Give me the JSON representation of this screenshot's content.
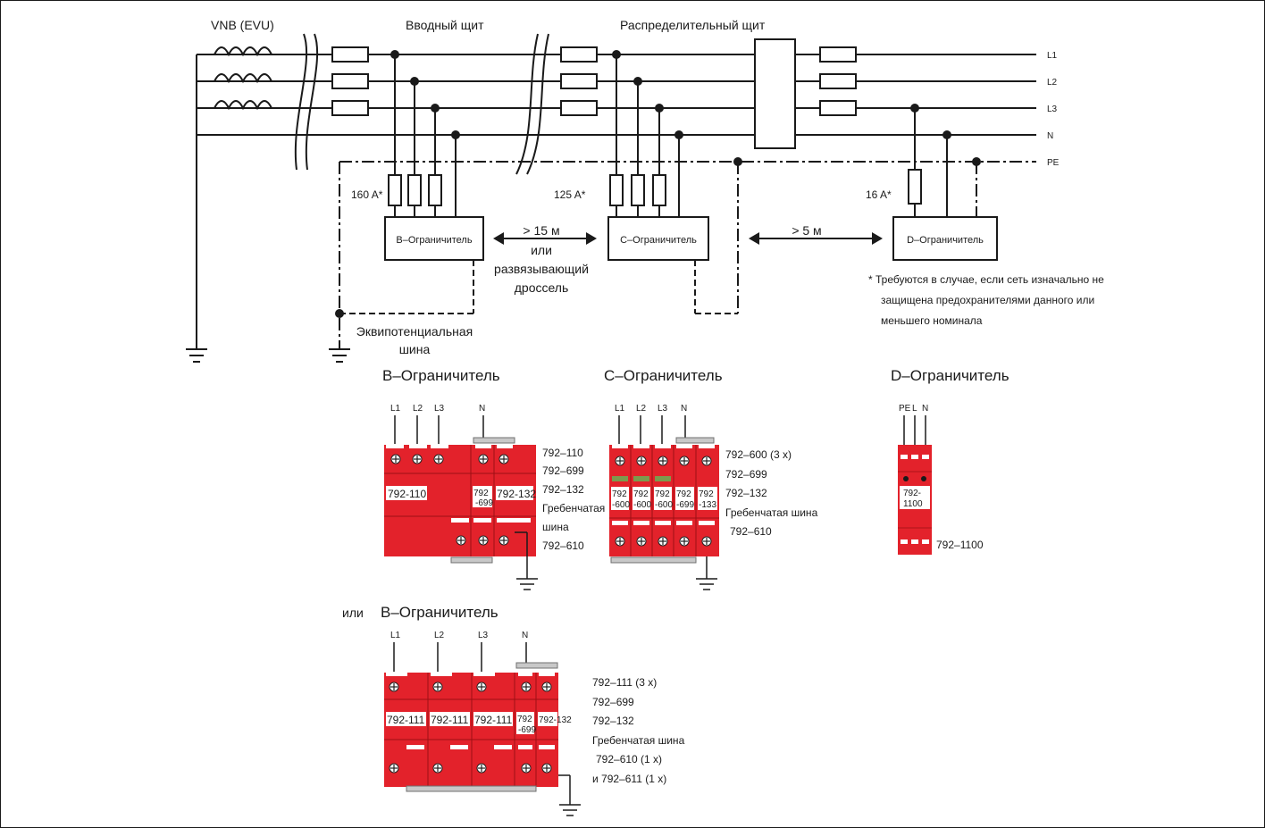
{
  "top": {
    "supply": "VNB (EVU)",
    "main_board": "Вводный щит",
    "dist_board": "Распределительный щит",
    "conductors": [
      "L1",
      "L2",
      "L3",
      "N",
      "PE"
    ],
    "fuse_b": "160 A*",
    "fuse_c": "125 A*",
    "fuse_d": "16 A*",
    "arrester_b": "B–Ограничитель",
    "arrester_c": "C–Ограничитель",
    "arrester_d": "D–Ограничитель",
    "dist_bc_1": "> 15 м",
    "dist_bc_2": "или",
    "dist_bc_3": "развязывающий",
    "dist_bc_4": "дроссель",
    "dist_cd": "> 5 м",
    "equip_bus_1": "Эквипотенциальная",
    "equip_bus_2": "шина",
    "footnote": [
      "*  Требуются в случае, если сеть изначально не",
      "защищена предохранителями данного или",
      "меньшего номинала"
    ]
  },
  "b_block": {
    "title": "B–Ограничитель",
    "terminals": [
      "L1",
      "L2",
      "L3",
      "N"
    ],
    "labels": [
      "792-110",
      "792",
      "-699",
      "792-132"
    ],
    "parts": [
      "792–110",
      "792–699",
      "792–132",
      "Гребенчатая",
      "шина",
      "792–610"
    ]
  },
  "c_block": {
    "title": "C–Ограничитель",
    "terminals": [
      "L1",
      "L2",
      "L3",
      "N"
    ],
    "labels_top": [
      "792",
      "792",
      "792",
      "792",
      "792"
    ],
    "labels_bot": [
      "-600",
      "-600",
      "-600",
      "-699",
      "-133"
    ],
    "parts": [
      "792–600 (3 x)",
      "792–699",
      "792–132",
      "Гребенчатая шина",
      "792–610"
    ]
  },
  "d_block": {
    "title": "D–Ограничитель",
    "terminals": [
      "PE",
      "L",
      "N"
    ],
    "label_1": "792-",
    "label_2": "1100",
    "part": "792–1100"
  },
  "b2_block": {
    "prefix": "или",
    "title": "B–Ограничитель",
    "terminals": [
      "L1",
      "L2",
      "L3",
      "N"
    ],
    "labels": [
      "792-111",
      "792-111",
      "792-111",
      "792",
      "-699",
      "792-132"
    ],
    "parts": [
      "792–111 (3 x)",
      "792–699",
      "792–132",
      "Гребенчатая шина",
      "792–610 (1 x)",
      "и 792–611 (1 x)"
    ]
  },
  "colors": {
    "module_red": "#e3222b",
    "line": "#1a1a1a",
    "comb_bus": "#c8c8c8"
  }
}
